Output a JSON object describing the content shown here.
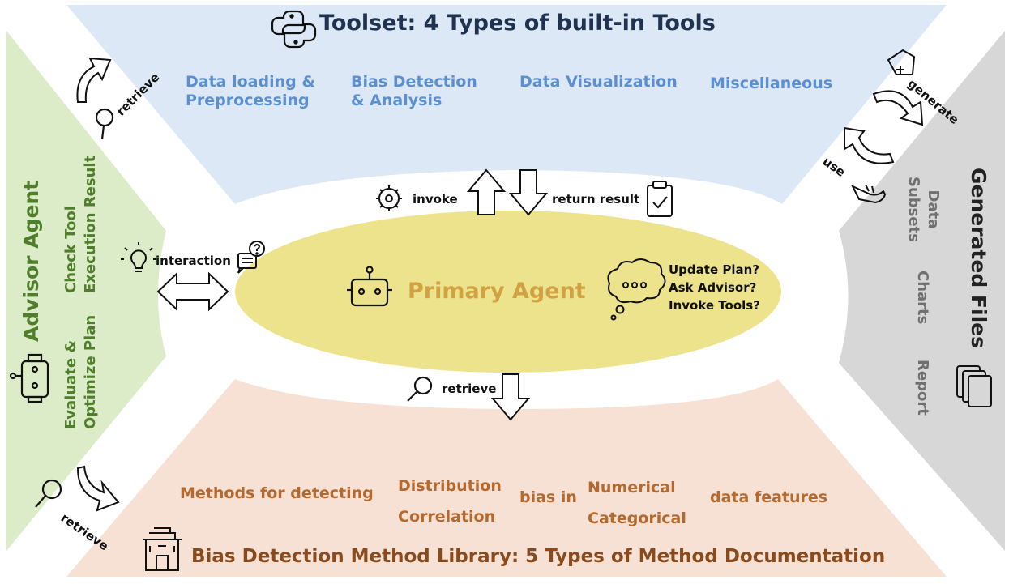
{
  "colors": {
    "toolset_bg": "#dde8f6",
    "library_bg": "#f7e1d5",
    "advisor_bg": "#dcecc9",
    "files_bg": "#d7d7d7",
    "primary_ellipse": "#ede38c",
    "toolset_text": "#5b8fd0",
    "library_text": "#b5692e",
    "advisor_text": "#4f7f2a",
    "files_text": "#707070",
    "primary_text": "#d0a244",
    "title_dark": "#1f3350"
  },
  "toolset": {
    "title": "Toolset: 4 Types of built-in Tools",
    "icon": "python-icon",
    "tools": [
      {
        "line1": "Data loading &",
        "line2": "Preprocessing"
      },
      {
        "line1": "Bias Detection",
        "line2": "& Analysis"
      },
      {
        "line1": "Data Visualization",
        "line2": ""
      },
      {
        "line1": "Miscellaneous",
        "line2": ""
      }
    ]
  },
  "library": {
    "title": "Bias Detection Method Library: 5 Types of Method Documentation",
    "icon": "library-building-icon",
    "sentence": {
      "part1": "Methods for detecting",
      "types": [
        "Distribution",
        "Correlation"
      ],
      "part2": "bias in",
      "features": [
        "Numerical",
        "Categorical"
      ],
      "part3": "data features"
    }
  },
  "advisor": {
    "title": "Advisor Agent",
    "icon": "advisor-robot-icon",
    "tasks": [
      {
        "line1": "Evaluate &",
        "line2": "Optimize Plan"
      },
      {
        "line1": "Check Tool",
        "line2": "Execution Result"
      }
    ]
  },
  "files": {
    "title": "Generated Files",
    "icon": "files-stack-icon",
    "items": [
      {
        "line1": "Data",
        "line2": "Subsets"
      },
      {
        "line1": "Charts",
        "line2": ""
      },
      {
        "line1": "Report",
        "line2": ""
      }
    ]
  },
  "primary": {
    "title": "Primary Agent",
    "icon": "robot-icon",
    "questions": [
      "Update Plan?",
      "Ask Advisor?",
      "Invoke Tools?"
    ]
  },
  "labels": {
    "invoke": "invoke",
    "return_result": "return result",
    "retrieve_center": "retrieve",
    "interaction": "interaction",
    "retrieve_advisor": "retrieve",
    "retrieve_library": "retrieve",
    "generate": "generate",
    "use": "use"
  }
}
